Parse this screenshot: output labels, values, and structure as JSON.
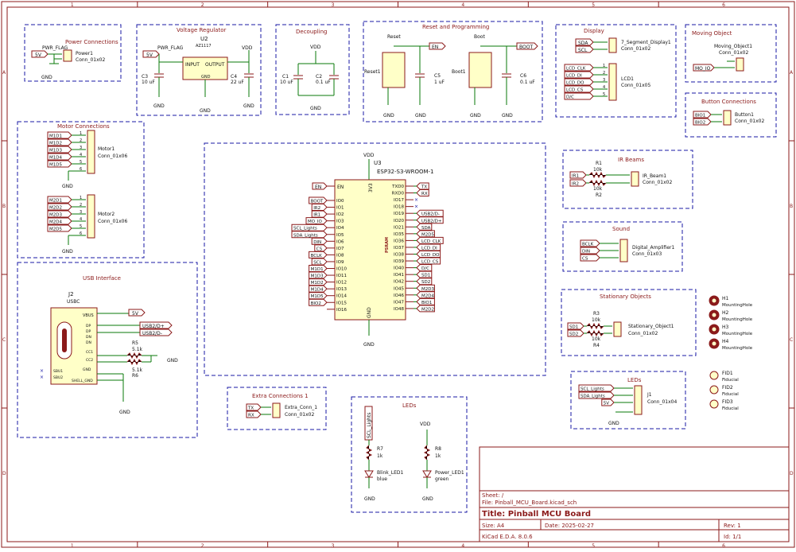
{
  "blocks": {
    "power": "Power Connections",
    "vreg": "Voltage Regulator",
    "decoup": "Decoupling",
    "reset": "Reset and Programming",
    "display": "Display",
    "moving": "Moving Object",
    "button": "Button Connections",
    "motor": "Motor Connections",
    "ir": "IR Beams",
    "sound": "Sound",
    "usb": "USB Interface",
    "stationary": "Stationary Objects",
    "leds": "LEDs",
    "extra": "Extra Connections 1"
  },
  "power_conn": {
    "flag": "PWR_FLAG",
    "net": "5V",
    "ref": "Power1",
    "val": "Conn_01x02",
    "gnd": "GND"
  },
  "vreg": {
    "ref": "U2",
    "part": "AZ1117",
    "in": "INPUT",
    "out": "OUTPUT",
    "gnd_pin": "GND",
    "in_net": "5V",
    "flag": "PWR_FLAG",
    "out_net": "VDD",
    "c3": "C3",
    "c3v": "10 uF",
    "c4": "C4",
    "c4v": "22 uF",
    "gnd": "GND"
  },
  "decoup": {
    "net": "VDD",
    "c1": "C1",
    "c1v": "10 uF",
    "c2": "C2",
    "c2v": "0.1 uF",
    "gnd": "GND"
  },
  "reset": {
    "reset_title": "Reset",
    "boot_title": "Boot",
    "reset_ref": "Reset1",
    "boot_ref": "Boot1",
    "en": "EN",
    "boot": "BOOT",
    "c5": "C5",
    "c5v": "1 uF",
    "c6": "C6",
    "c6v": "0.1 uF",
    "gnd": "GND"
  },
  "display": {
    "sda": "SDA",
    "scl": "SCL",
    "seg_ref": "7_Segment_Display1",
    "seg_val": "Conn_01x02",
    "lcd_pins": [
      "LCD_CLK",
      "LCD_DI",
      "LCD_DO",
      "LCD_CS",
      "D/C"
    ],
    "lcd_ref": "LCD1",
    "lcd_val": "Conn_01x05"
  },
  "moving": {
    "ref": "Moving_Object1",
    "val": "Conn_01x02",
    "net": "MO_IO"
  },
  "button": {
    "pins": [
      "BIO1",
      "BIO2"
    ],
    "ref": "Button1",
    "val": "Conn_01x02"
  },
  "motor": {
    "m1_pins": [
      "M1D1",
      "M1D2",
      "M1D3",
      "M1D4",
      "M1D5"
    ],
    "m2_pins": [
      "M2D1",
      "M2D2",
      "M2D3",
      "M2D4",
      "M2D5"
    ],
    "m1_ref": "Motor1",
    "m2_ref": "Motor2",
    "val": "Conn_01x06",
    "gnd": "GND"
  },
  "mcu": {
    "vdd": "VDD",
    "ref": "U3",
    "part": "ESP32-S3-WROOM-1",
    "gnd": "GND",
    "en_pin": "EN",
    "v33": "3V3",
    "psram": "PSRAM",
    "gnd_pin": "GND",
    "left_nets": [
      "BOOT",
      "IR2",
      "IR1",
      "MO_IO",
      "SCL_Lights",
      "SDA_Lights",
      "DIN",
      "CS",
      "BCLK",
      "SCL",
      "M1D1",
      "M1D3",
      "M1D2",
      "M1D4",
      "M1D5",
      "BIO2"
    ],
    "left_pins": [
      "IO0",
      "IO1",
      "IO2",
      "IO3",
      "IO4",
      "IO5",
      "IO6",
      "IO7",
      "IO8",
      "IO9",
      "IO10",
      "IO11",
      "IO12",
      "IO13",
      "IO14",
      "IO15",
      "IO16"
    ],
    "right_pins": [
      "TXD0",
      "RXD0",
      "IO17",
      "IO18",
      "IO19",
      "IO20",
      "IO21",
      "IO35",
      "IO36",
      "IO37",
      "IO38",
      "IO39",
      "IO40",
      "IO41",
      "IO42",
      "IO45",
      "IO46",
      "IO47",
      "IO48"
    ],
    "right_nets": [
      "TX",
      "RX",
      "USB2/D-",
      "USB2/D+",
      "SDA",
      "M2D5",
      "LCD_CLK",
      "LCD_DI",
      "LCD_DO",
      "LCD_CS",
      "D/C",
      "SD1",
      "SD2",
      "M2D3",
      "M2D4",
      "BIO1",
      "M2D2"
    ]
  },
  "ir": {
    "r1": "R1",
    "r1v": "10k",
    "r2": "R2",
    "r2v": "10k",
    "ref": "IR_Beam1",
    "val": "Conn_01x02",
    "nets": [
      "IR1",
      "IR2"
    ]
  },
  "sound": {
    "nets": [
      "BCLK",
      "DIN",
      "CS"
    ],
    "ref": "Digital_Amplifier1",
    "val": "Conn_01x03"
  },
  "usb": {
    "ref": "J2",
    "val": "USBC",
    "vbus": "VBUS",
    "net5v": "5V",
    "dp": "USB2/D+",
    "dn": "USB2/D-",
    "r5": "R5",
    "r5v": "5.1k",
    "r6": "R6",
    "r6v": "5.1k",
    "gnd": "GND",
    "pins": [
      "DP",
      "DP",
      "DN",
      "DN",
      "CC1",
      "CC2",
      "SBU1",
      "SBU2",
      "GND",
      "SHELL_GND"
    ]
  },
  "stationary": {
    "nets": [
      "SD1",
      "SD2"
    ],
    "r3": "R3",
    "r3v": "10k",
    "r4": "R4",
    "r4v": "10k",
    "ref": "Stationary_Object1",
    "val": "Conn_01x02"
  },
  "mounting": [
    {
      "ref": "H1",
      "val": "MountingHole"
    },
    {
      "ref": "H2",
      "val": "MountingHole"
    },
    {
      "ref": "H3",
      "val": "MountingHole"
    },
    {
      "ref": "H4",
      "val": "MountingHole"
    }
  ],
  "fiducials": [
    {
      "ref": "FID1",
      "val": "Fiducial"
    },
    {
      "ref": "FID2",
      "val": "Fiducial"
    },
    {
      "ref": "FID3",
      "val": "Fiducial"
    }
  ],
  "ledconn": {
    "nets": [
      "SCL_Lights",
      "SDA_Lights",
      "5V"
    ],
    "ref": "J1",
    "val": "Conn_01x04",
    "gnd": "GND"
  },
  "extra": {
    "nets": [
      "TX",
      "RX"
    ],
    "ref": "Extra_Conn_1",
    "val": "Conn_01x02"
  },
  "leds": {
    "net1": "SCL_Lights",
    "r7": "R7",
    "r7v": "1k",
    "led1": "Blink_LED1",
    "led1v": "blue",
    "net2": "VDD",
    "r8": "R8",
    "r8v": "1k",
    "led2": "Power_LED1",
    "led2v": "green",
    "gnd": "GND"
  },
  "titleblock": {
    "sheet": "Sheet: /",
    "file": "File: Pinball_MCU_Board.kicad_sch",
    "title": "Title: Pinball MCU Board",
    "size": "Size: A4",
    "date": "Date: 2025-02-27",
    "rev": "Rev: 1",
    "tool": "KiCad E.D.A. 8.0.6",
    "id": "Id: 1/1"
  },
  "frame": {
    "cols": [
      "1",
      "2",
      "3",
      "4",
      "5",
      "6"
    ],
    "rows": [
      "A",
      "B",
      "C",
      "D"
    ]
  }
}
